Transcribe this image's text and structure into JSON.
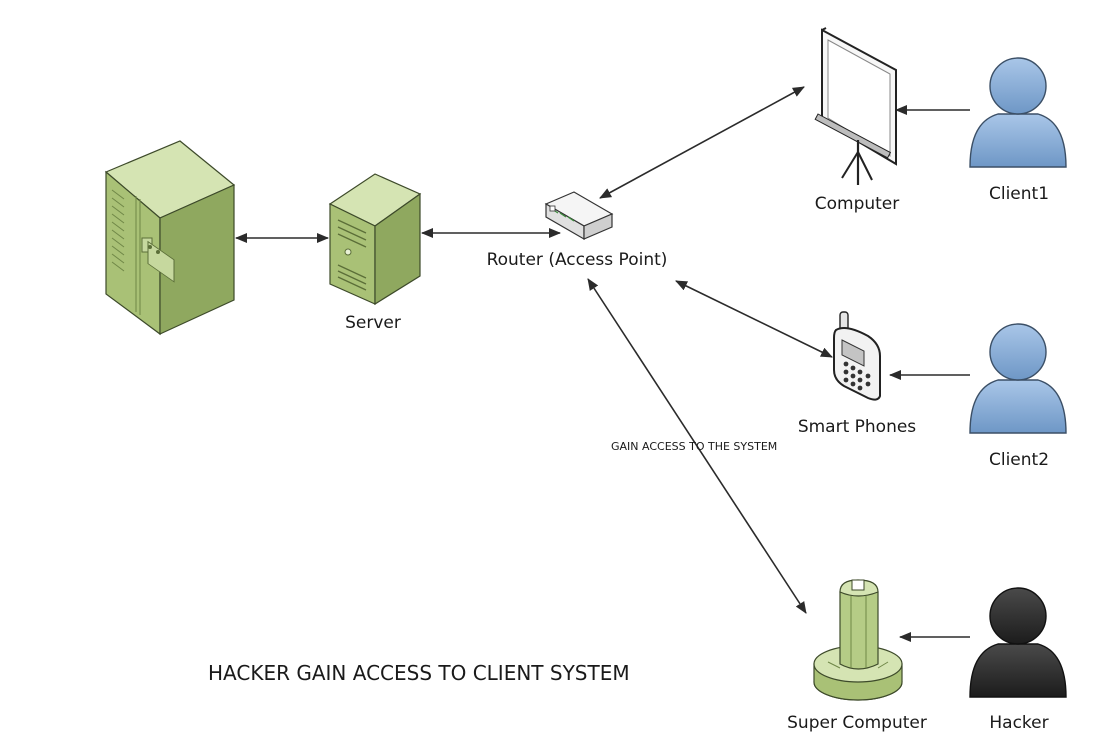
{
  "diagram": {
    "title": "HACKER GAIN ACCESS TO CLIENT SYSTEM",
    "nodes": {
      "datacenter": {
        "label": "",
        "icon": "server-rack-icon"
      },
      "server": {
        "label": "Server",
        "icon": "tower-server-icon"
      },
      "router": {
        "label": "Router (Access Point)",
        "icon": "router-icon"
      },
      "computer": {
        "label": "Computer",
        "icon": "projector-screen-icon"
      },
      "smartphones": {
        "label": "Smart Phones",
        "icon": "mobile-phone-icon"
      },
      "supercomputer": {
        "label": "Super Computer",
        "icon": "supercomputer-icon"
      },
      "client1": {
        "label": "Client1",
        "icon": "user-icon"
      },
      "client2": {
        "label": "Client2",
        "icon": "user-icon"
      },
      "hacker": {
        "label": "Hacker",
        "icon": "hacker-user-icon"
      }
    },
    "edges": [
      {
        "from": "datacenter",
        "to": "server",
        "bidirectional": true,
        "label": ""
      },
      {
        "from": "server",
        "to": "router",
        "bidirectional": true,
        "label": ""
      },
      {
        "from": "router",
        "to": "computer",
        "bidirectional": true,
        "label": ""
      },
      {
        "from": "router",
        "to": "smartphones",
        "bidirectional": true,
        "label": ""
      },
      {
        "from": "router",
        "to": "supercomputer",
        "bidirectional": true,
        "label": "GAIN ACCESS TO THE SYSTEM"
      },
      {
        "from": "client1",
        "to": "computer",
        "bidirectional": false,
        "label": ""
      },
      {
        "from": "client2",
        "to": "smartphones",
        "bidirectional": false,
        "label": ""
      },
      {
        "from": "hacker",
        "to": "supercomputer",
        "bidirectional": false,
        "label": ""
      }
    ],
    "colors": {
      "equipment": "#b5cc86",
      "equipment_dark": "#8aa35a",
      "client": "#7ea6d3",
      "hacker": "#262626"
    }
  }
}
